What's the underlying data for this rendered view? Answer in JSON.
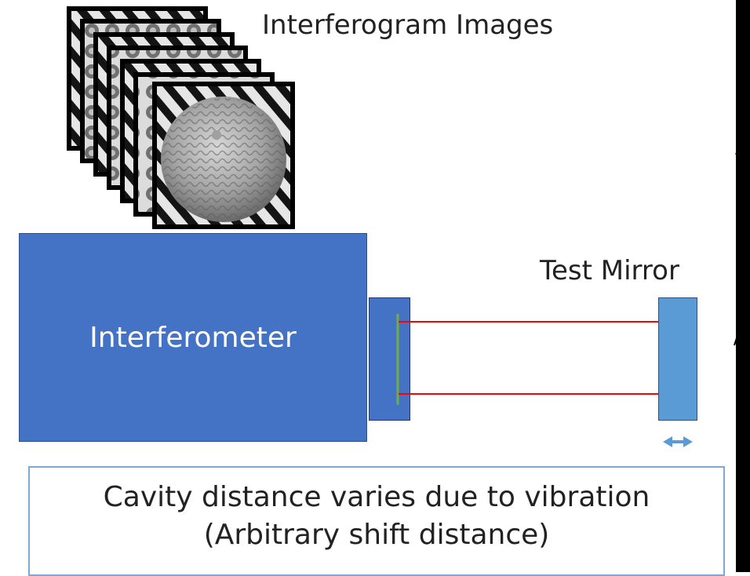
{
  "labels": {
    "interferogram_images": "Interferogram Images",
    "test_mirror": "Test Mirror",
    "interferometer": "Interferometer"
  },
  "caption": {
    "line1": "Cavity distance varies due to vibration",
    "line2": "(Arbitrary shift distance)"
  },
  "colors": {
    "interferometer": "#4472c4",
    "mirror": "#5b9bd5",
    "beam": "#ff0000",
    "reference_flat": "#70ad47",
    "arrow": "#5b9bd5"
  },
  "interferogram_stack_count": 7,
  "icons": [
    "double-arrow-icon"
  ]
}
